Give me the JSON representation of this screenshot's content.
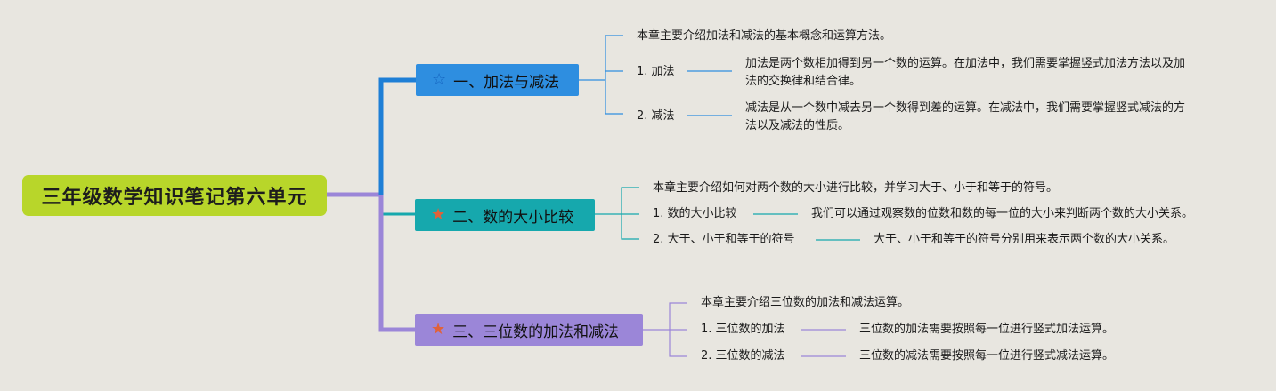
{
  "root": {
    "title": "三年级数学知识笔记第六单元"
  },
  "branches": [
    {
      "title": "一、加法与减法",
      "icon": "star-outline-icon",
      "color": "#2e8ee0",
      "summary": "本章主要介绍加法和减法的基本概念和运算方法。",
      "items": [
        {
          "label": "1. 加法",
          "detail": "加法是两个数相加得到另一个数的运算。在加法中，我们需要掌握竖式加法方法以及加法的交换律和结合律。"
        },
        {
          "label": "2. 减法",
          "detail": "减法是从一个数中减去另一个数得到差的运算。在减法中，我们需要掌握竖式减法的方法以及减法的性质。"
        }
      ]
    },
    {
      "title": "二、数的大小比较",
      "icon": "star-filled-icon",
      "color": "#16a8ad",
      "summary": "本章主要介绍如何对两个数的大小进行比较，并学习大于、小于和等于的符号。",
      "items": [
        {
          "label": "1. 数的大小比较",
          "detail": "我们可以通过观察数的位数和数的每一位的大小来判断两个数的大小关系。"
        },
        {
          "label": "2. 大于、小于和等于的符号",
          "detail": "大于、小于和等于的符号分别用来表示两个数的大小关系。"
        }
      ]
    },
    {
      "title": "三、三位数的加法和减法",
      "icon": "star-filled-icon",
      "color": "#9b86d8",
      "summary": "本章主要介绍三位数的加法和减法运算。",
      "items": [
        {
          "label": "1. 三位数的加法",
          "detail": "三位数的加法需要按照每一位进行竖式加法运算。"
        },
        {
          "label": "2. 三位数的减法",
          "detail": "三位数的减法需要按照每一位进行竖式减法运算。"
        }
      ]
    }
  ]
}
